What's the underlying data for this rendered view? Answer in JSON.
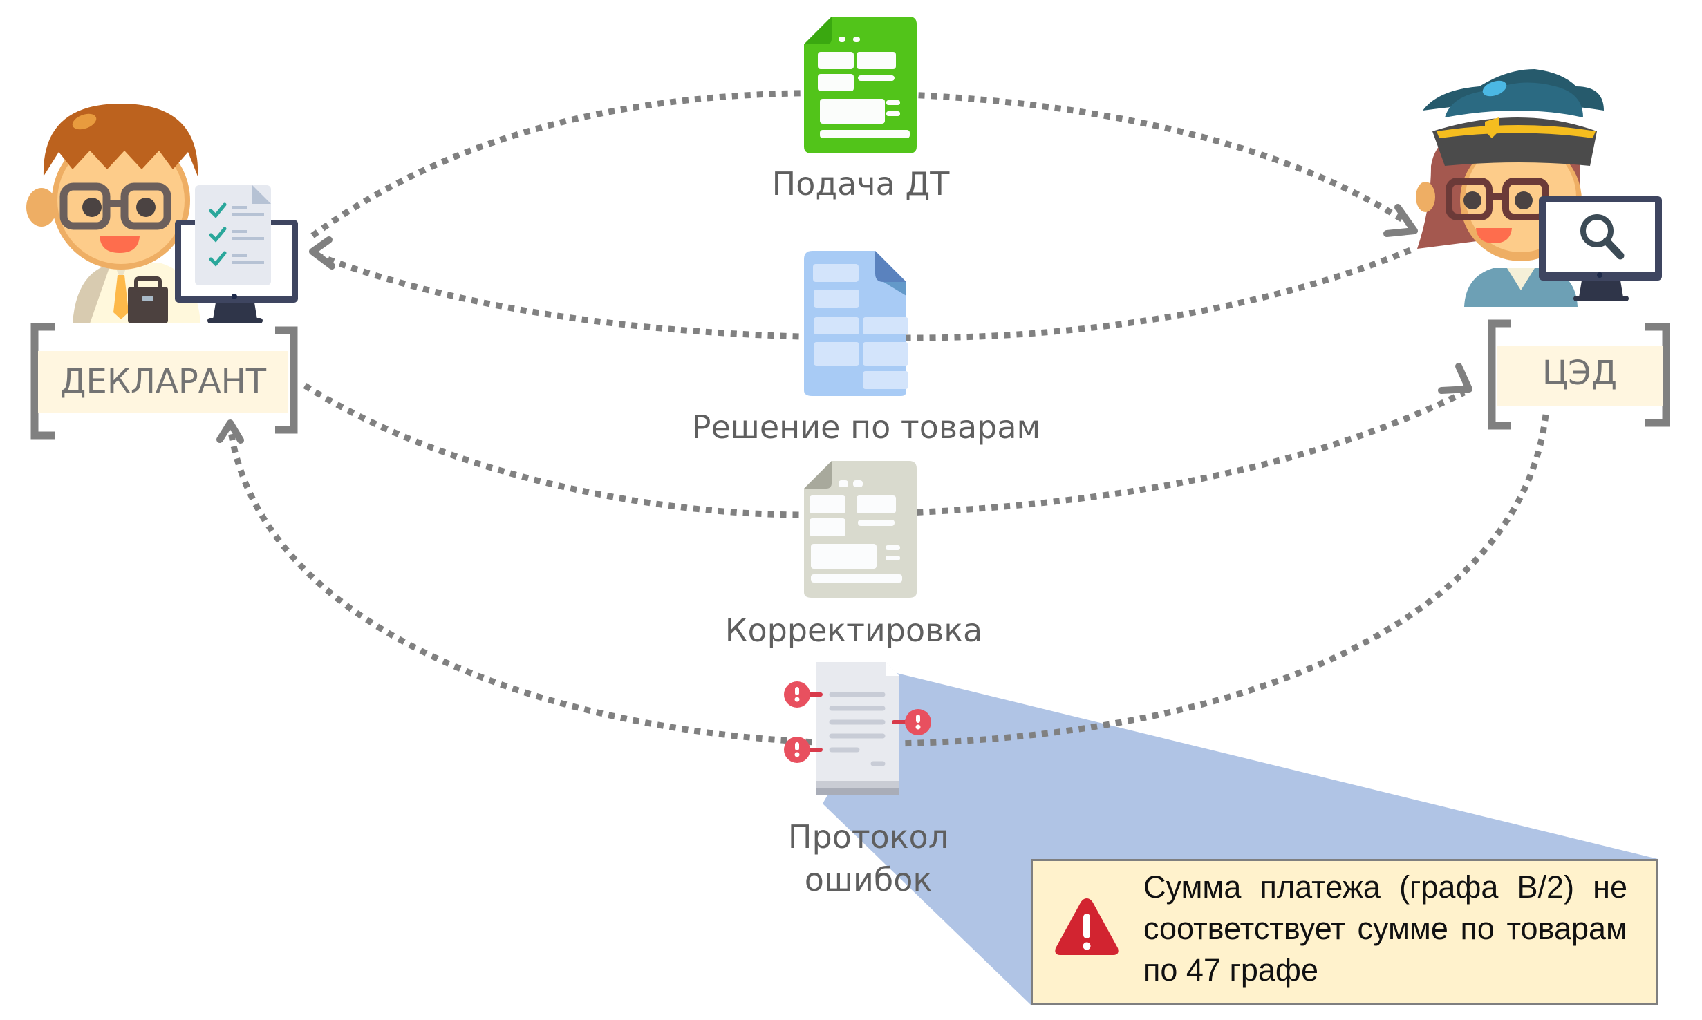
{
  "actors": {
    "declarant": {
      "label": "ДЕКЛАРАНТ",
      "icon": "declarant-person-with-monitor-icon"
    },
    "ced": {
      "label": "ЦЭД",
      "icon": "customs-officer-with-monitor-icon"
    }
  },
  "flows": [
    {
      "id": "submit",
      "label": "Подача ДТ",
      "direction": "declarant-to-ced",
      "icon": "green-document-icon",
      "color": "#52c41a"
    },
    {
      "id": "decision",
      "label": "Решение по товарам",
      "direction": "ced-to-declarant",
      "icon": "blue-document-icon",
      "color": "#a8cbf5"
    },
    {
      "id": "correction",
      "label": "Корректировка",
      "direction": "declarant-to-ced",
      "icon": "grey-document-icon",
      "color": "#d8d9cb"
    },
    {
      "id": "errors",
      "label_line1": "Протокол",
      "label_line2": "ошибок",
      "direction": "ced-to-declarant",
      "icon": "error-protocol-document-icon",
      "color": "#e9ecf2"
    }
  ],
  "error_message": {
    "icon": "warning-triangle-icon",
    "text": "Сумма платежа (графа В/2) не соответствует сумме по товарам по 47 графе",
    "background": "#fff2cc",
    "icon_color": "#d22430"
  },
  "colors": {
    "arrow": "#808080",
    "label_band": "#fff6e0",
    "callout_wedge": "#b0c4e5",
    "error_badge": "#e8505f"
  }
}
